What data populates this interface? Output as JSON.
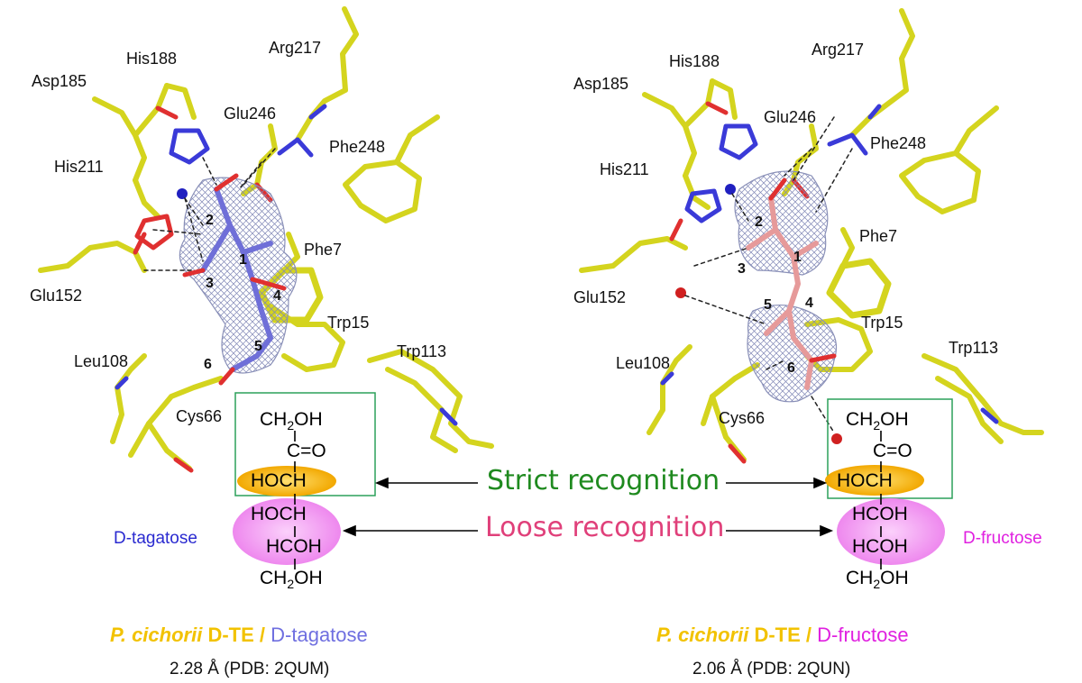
{
  "left_panel": {
    "residues": [
      "Asp185",
      "His188",
      "Arg217",
      "Glu246",
      "His211",
      "Phe248",
      "Phe7",
      "Glu152",
      "Trp15",
      "Trp113",
      "Leu108",
      "Cys66"
    ],
    "positions": [
      "1",
      "2",
      "3",
      "4",
      "5",
      "6"
    ],
    "fischer": [
      "CH2OH",
      "C=O",
      "HOCH",
      "HOCH",
      "HCOH",
      "CH2OH"
    ],
    "sugar_name": "D-tagatose",
    "caption_species": "P. cichorii",
    "caption_enzyme": "D-TE",
    "caption_sep": "/",
    "caption_sugar": "D-tagatose",
    "resolution": "2.28 Å (PDB: 2QUM)"
  },
  "right_panel": {
    "residues": [
      "His188",
      "Arg217",
      "Asp185",
      "Glu246",
      "Phe248",
      "His211",
      "Phe7",
      "Glu152",
      "Trp15",
      "Trp113",
      "Leu108",
      "Cys66"
    ],
    "positions": [
      "1",
      "2",
      "3",
      "4",
      "5",
      "6"
    ],
    "fischer": [
      "CH2OH",
      "C=O",
      "HOCH",
      "HCOH",
      "HCOH",
      "CH2OH"
    ],
    "sugar_name": "D-fructose",
    "caption_species": "P. cichorii",
    "caption_enzyme": "D-TE",
    "caption_sep": "/",
    "caption_sugar": "D-fructose",
    "resolution": "2.06 Å (PDB: 2QUN)"
  },
  "strict_label": "Strict recognition",
  "loose_label": "Loose recognition",
  "colors": {
    "carbon_stick": "#d4d41e",
    "oxygen": "#e03030",
    "nitrogen": "#3a3ad8",
    "tagatose_stick": "#6f6fd8",
    "fructose_stick": "#e69a9a",
    "mesh": "#8a90b8",
    "strict_green": "#1f8a1f",
    "loose_pink": "#e0407a",
    "highlight_orange": "#f5b800",
    "highlight_magenta": "#f08ef0",
    "caption_yellow": "#f2c200",
    "tagatose_blue": "#6f6fe0",
    "fructose_magenta": "#e020e0"
  }
}
